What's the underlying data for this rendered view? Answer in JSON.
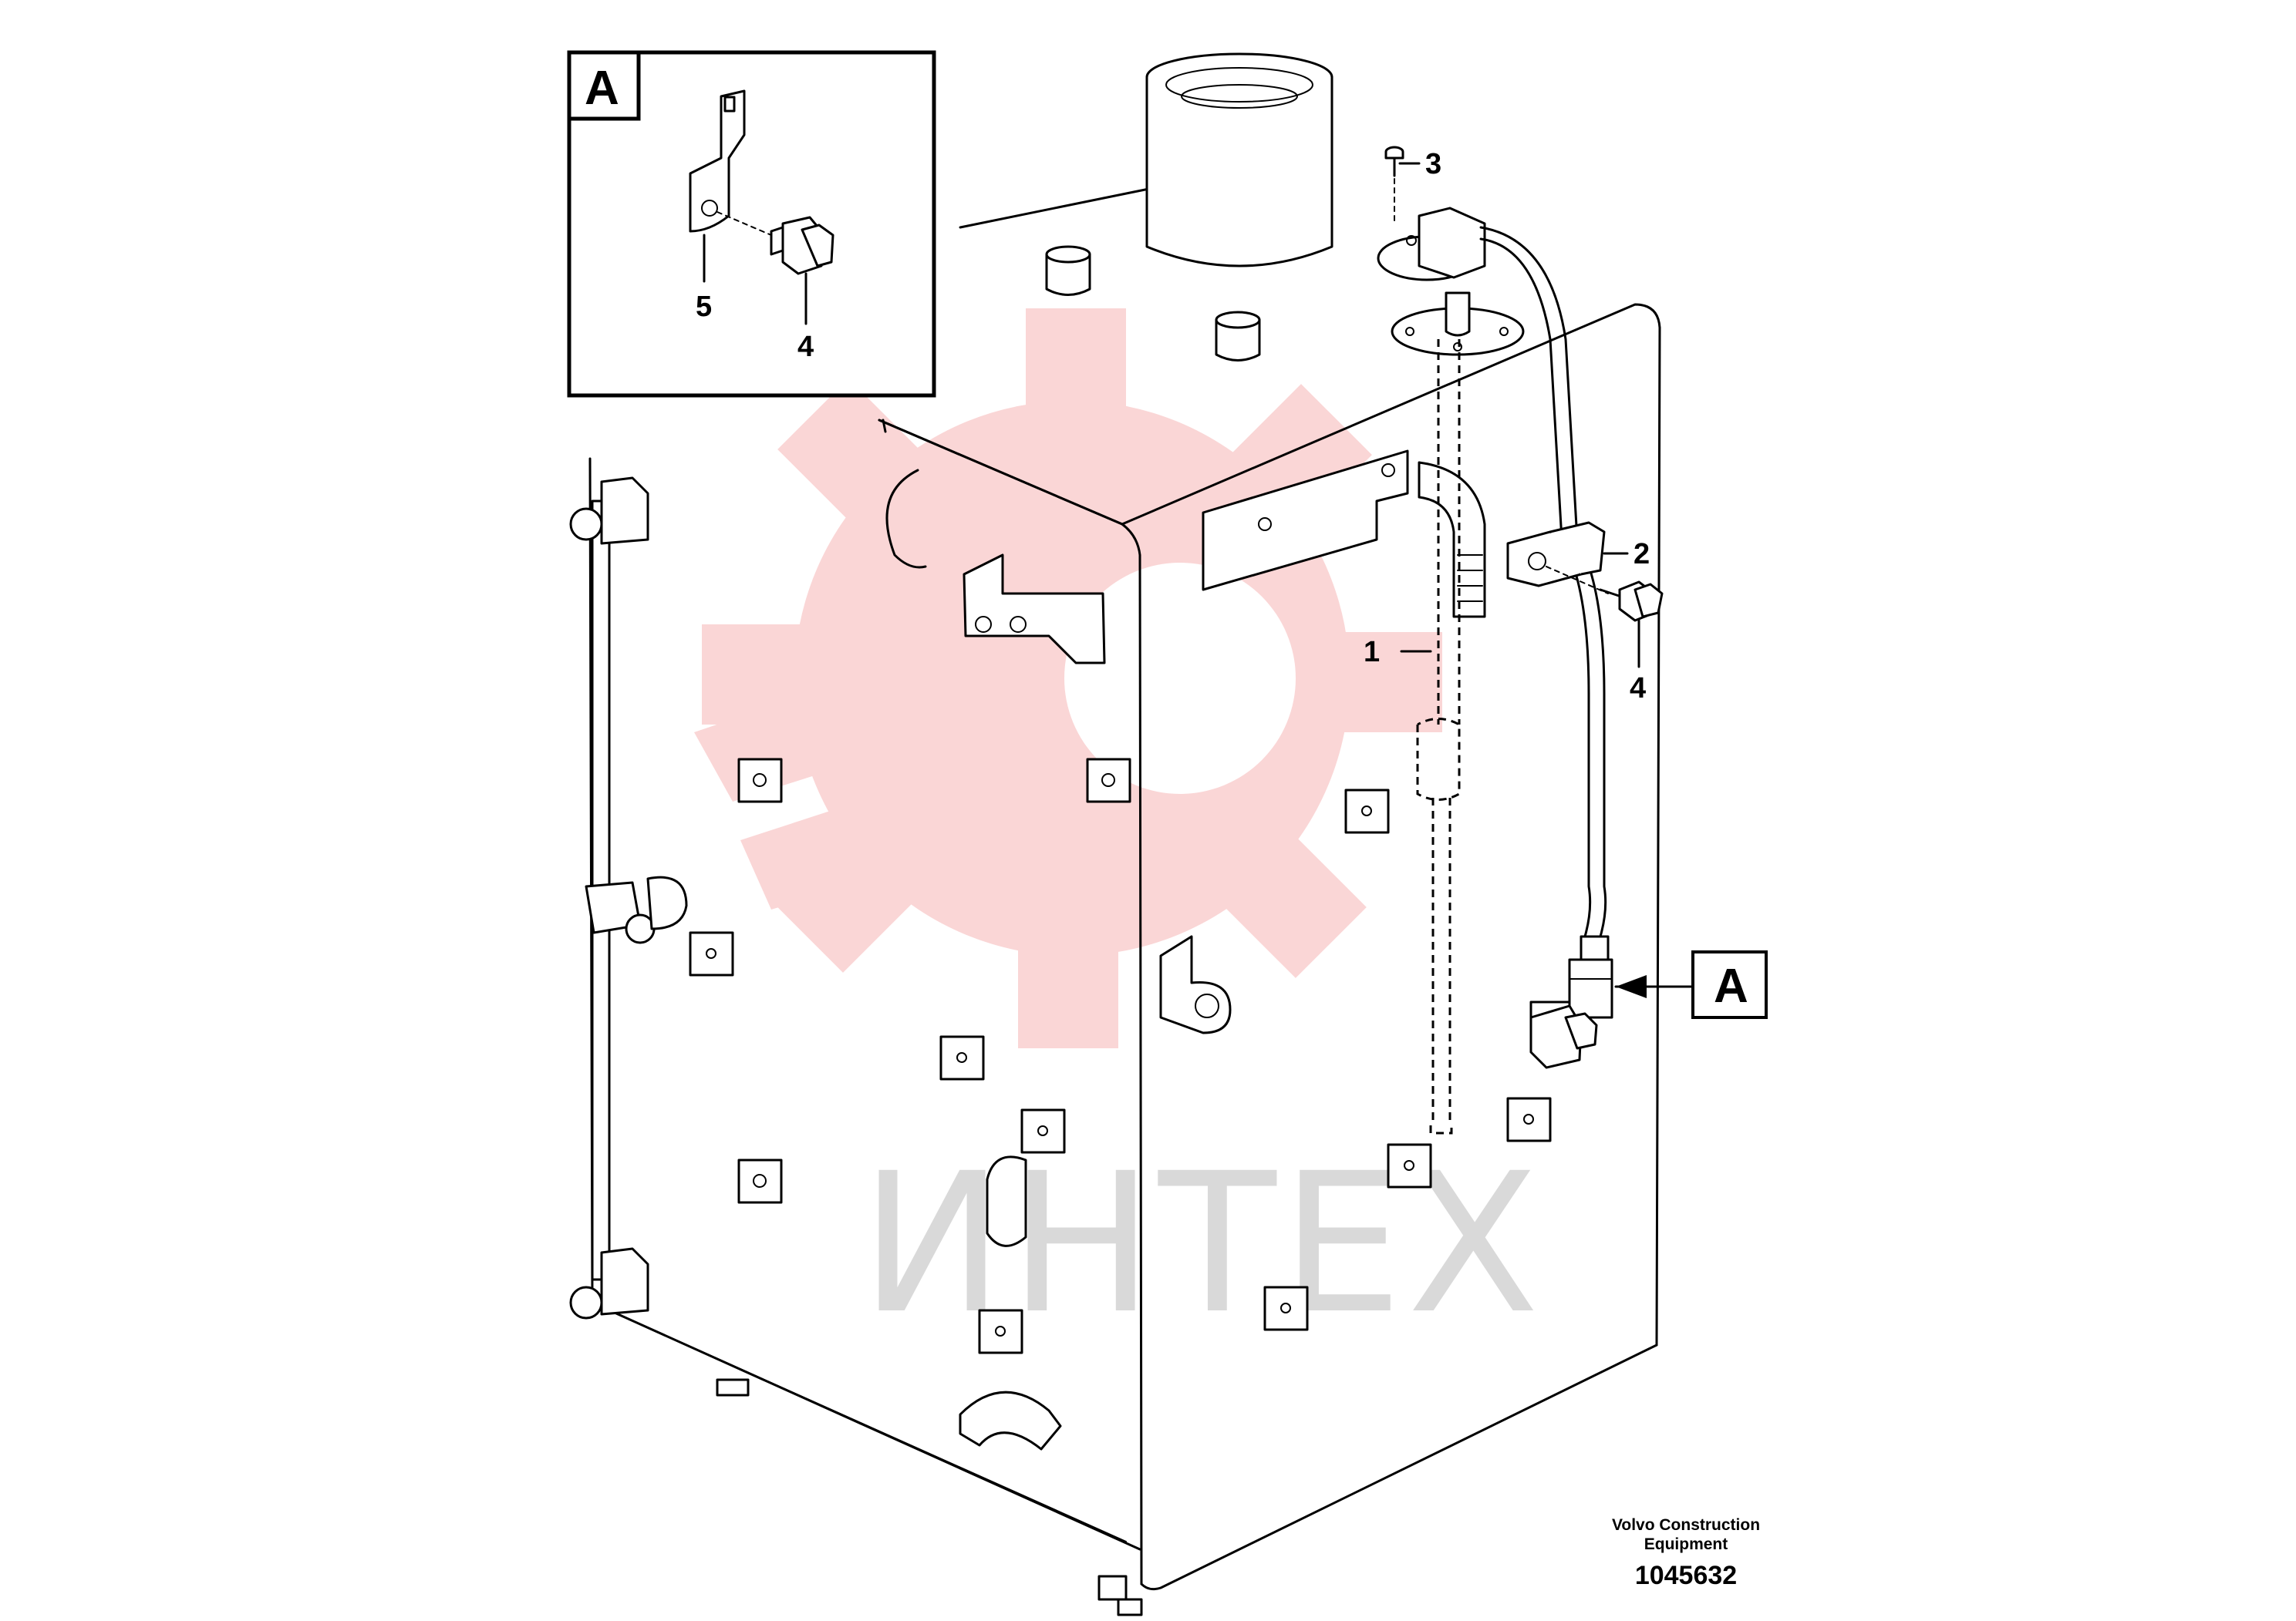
{
  "inset": {
    "label": "A",
    "callouts": [
      "5",
      "4"
    ]
  },
  "callouts": {
    "part1": "1",
    "part2": "2",
    "part3": "3",
    "part4": "4"
  },
  "view_reference": {
    "label": "A"
  },
  "watermark": {
    "text": "ИНТЕХ",
    "color": "#f4a4a4"
  },
  "footer": {
    "company_line1": "Volvo Construction",
    "company_line2": "Equipment",
    "drawing_number": "1045632"
  }
}
